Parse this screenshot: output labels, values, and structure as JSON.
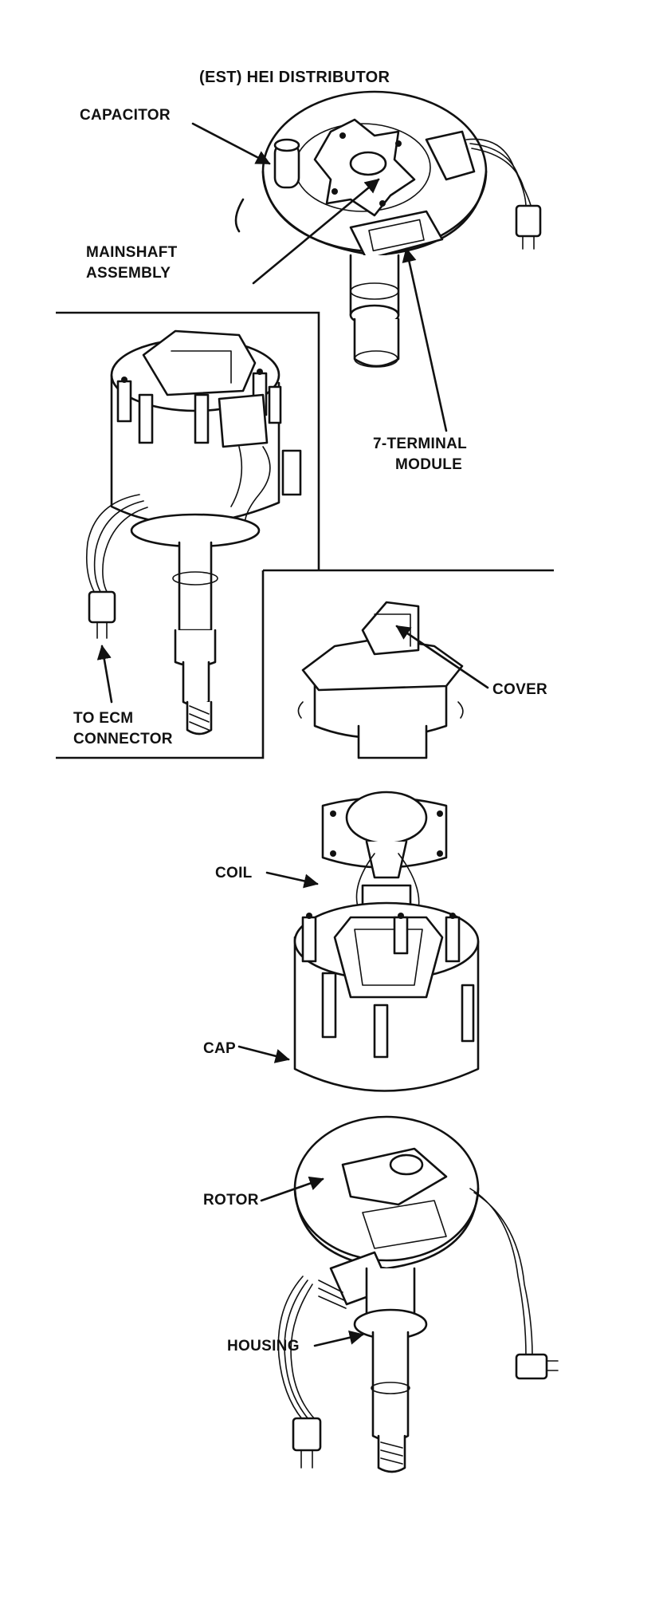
{
  "diagram": {
    "title": "(EST) HEI DISTRIBUTOR",
    "labels": {
      "capacitor": "CAPACITOR",
      "mainshaft_line1": "MAINSHAFT",
      "mainshaft_line2": "ASSEMBLY",
      "terminal_line1": "7-TERMINAL",
      "terminal_line2": "MODULE",
      "ecm_line1": "TO ECM",
      "ecm_line2": "CONNECTOR",
      "cover": "COVER",
      "coil": "COIL",
      "cap": "CAP",
      "rotor": "ROTOR",
      "housing": "HOUSING"
    },
    "parts": [
      "top-distributor-view",
      "assembled-distributor",
      "cover",
      "coil",
      "cap",
      "rotor-and-housing"
    ]
  }
}
